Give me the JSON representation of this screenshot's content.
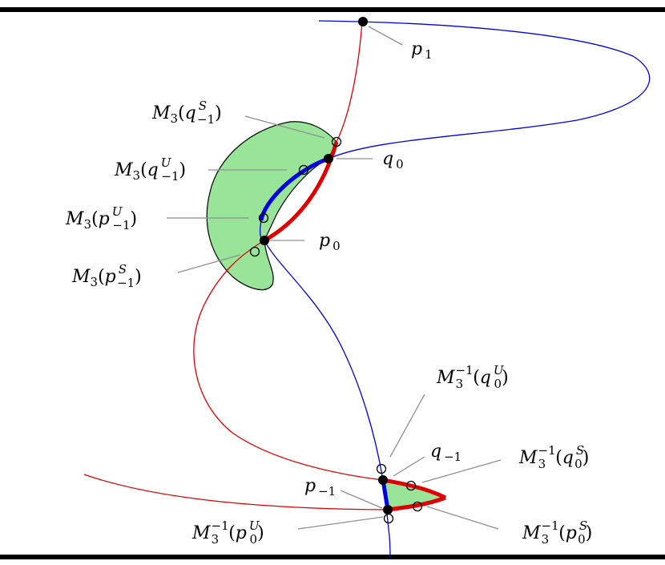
{
  "labels": {
    "p1": {
      "base": "p",
      "sub": "1"
    },
    "p0": {
      "base": "p",
      "sub": "0"
    },
    "q0": {
      "base": "q",
      "sub": "0"
    },
    "pm1": {
      "base": "p",
      "sub": "−1"
    },
    "qm1": {
      "base": "q",
      "sub": "−1"
    },
    "M3_qS": {
      "f": "M",
      "fsub": "3",
      "open": "(",
      "v": "q",
      "vsup": "S",
      "vsub": "−1",
      "close": ")"
    },
    "M3_qU": {
      "f": "M",
      "fsub": "3",
      "open": "(",
      "v": "q",
      "vsup": "U",
      "vsub": "−1",
      "close": ")"
    },
    "M3_pU": {
      "f": "M",
      "fsub": "3",
      "open": "(",
      "v": "p",
      "vsup": "U",
      "vsub": "−1",
      "close": ")"
    },
    "M3_pS": {
      "f": "M",
      "fsub": "3",
      "open": "(",
      "v": "p",
      "vsup": "S",
      "vsub": "−1",
      "close": ")"
    },
    "Minv_qU": {
      "f": "M",
      "fsub": "3",
      "fsup": "−1",
      "open": "(",
      "v": "q",
      "vsup": "U",
      "vsub": "0",
      "close": ")"
    },
    "Minv_qS": {
      "f": "M",
      "fsub": "3",
      "fsup": "−1",
      "open": "(",
      "v": "q",
      "vsup": "S",
      "vsub": "0",
      "close": ")"
    },
    "Minv_pU": {
      "f": "M",
      "fsub": "3",
      "fsup": "−1",
      "open": "(",
      "v": "p",
      "vsup": "U",
      "vsub": "0",
      "close": ")"
    },
    "Minv_pS": {
      "f": "M",
      "fsub": "3",
      "fsup": "−1",
      "open": "(",
      "v": "p",
      "vsup": "S",
      "vsub": "0",
      "close": ")"
    }
  },
  "colors": {
    "stable": "#e00000",
    "unstable": "#0000e0",
    "lobe_fill": "#98e498",
    "leader": "#909090",
    "border": "#000000"
  }
}
